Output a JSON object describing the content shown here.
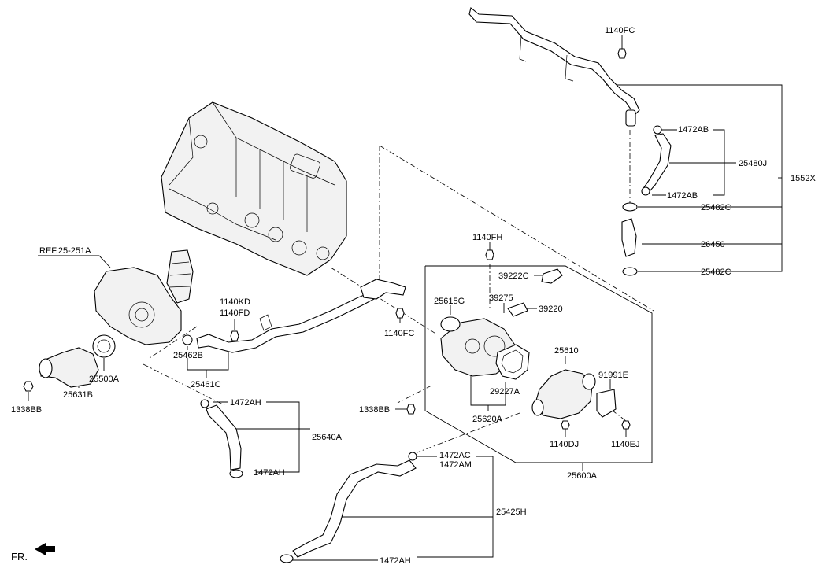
{
  "labels": {
    "c1140FC_top": "1140FC",
    "c1472AB_1": "1472AB",
    "c25480J": "25480J",
    "c1472AB_2": "1472AB",
    "c1552X": "1552X",
    "c25482C_1": "25482C",
    "c26450": "26450",
    "c25482C_2": "25482C",
    "ref": "REF.25-251A",
    "c1140FH": "1140FH",
    "c39222C": "39222C",
    "c25615G": "25615G",
    "c39275": "39275",
    "c39220": "39220",
    "c1140KD": "1140KD",
    "c1140FD": "1140FD",
    "c1140FC_mid": "1140FC",
    "c25462B": "25462B",
    "c25610": "25610",
    "c91991E": "91991E",
    "c29227A": "29227A",
    "c25461C": "25461C",
    "c25500A": "25500A",
    "c25631B": "25631B",
    "c1338BB_left": "1338BB",
    "c1472AH_1": "1472AH",
    "c1338BB_mid": "1338BB",
    "c25620A": "25620A",
    "c25640A": "25640A",
    "c1140DJ": "1140DJ",
    "c1140EJ": "1140EJ",
    "c1472AH_2": "1472AH",
    "c1472AC": "1472AC",
    "c1472AM": "1472AM",
    "c25600A": "25600A",
    "c25425H": "25425H",
    "c1472AH_3": "1472AH",
    "fr": "FR."
  }
}
